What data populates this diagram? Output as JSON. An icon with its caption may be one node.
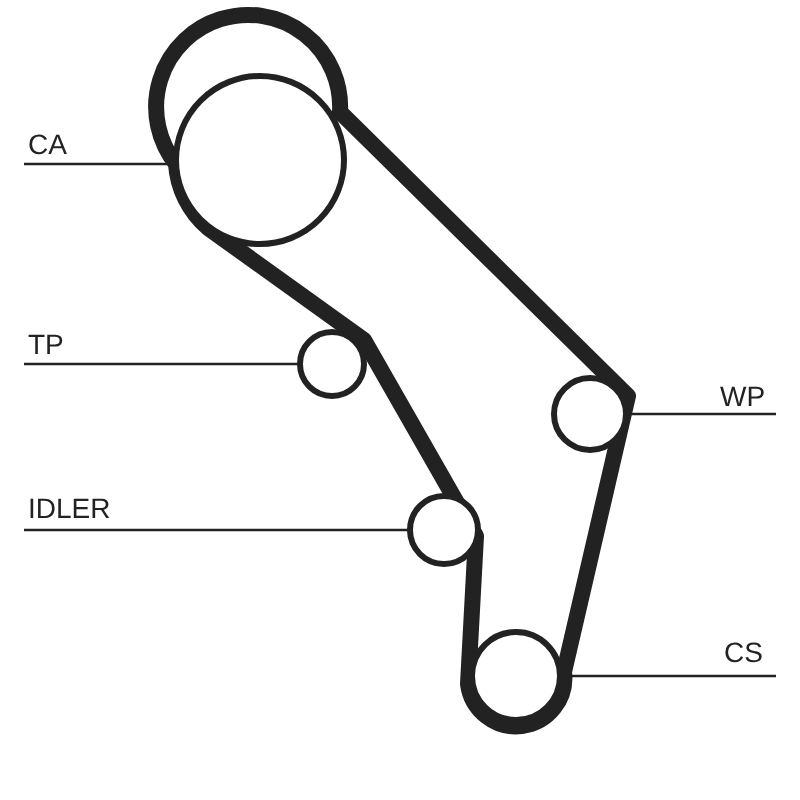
{
  "diagram": {
    "nodes": [
      {
        "text": [
          "CA"
        ]
      },
      {
        "text": [],
        "shape": "circle"
      },
      {
        "text": [
          "TP"
        ]
      },
      {
        "text": [],
        "shape": "circle"
      },
      {
        "text": [
          "WP"
        ]
      },
      {
        "text": [],
        "shape": "circle"
      },
      {
        "text": [
          "IDLER"
        ]
      },
      {
        "text": [],
        "shape": "circle"
      },
      {
        "text": [
          "CS"
        ]
      },
      {
        "text": [],
        "shape": "circle"
      }
    ],
    "edges": [
      {
        "from": 0,
        "to": 1,
        "arrow": "none"
      },
      {
        "from": 2,
        "to": 3,
        "arrow": "none"
      },
      {
        "from": 4,
        "to": 5,
        "arrow": "none"
      },
      {
        "from": 6,
        "to": 7,
        "arrow": "none"
      },
      {
        "from": 8,
        "to": 9,
        "arrow": "none"
      }
    ]
  }
}
